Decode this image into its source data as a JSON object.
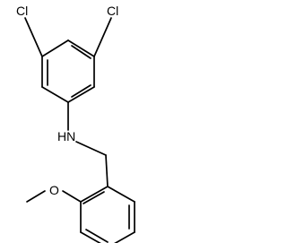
{
  "structure": {
    "atoms": {
      "cl_left": "Cl",
      "cl_right": "Cl",
      "nh": "HN",
      "o": "O"
    }
  }
}
